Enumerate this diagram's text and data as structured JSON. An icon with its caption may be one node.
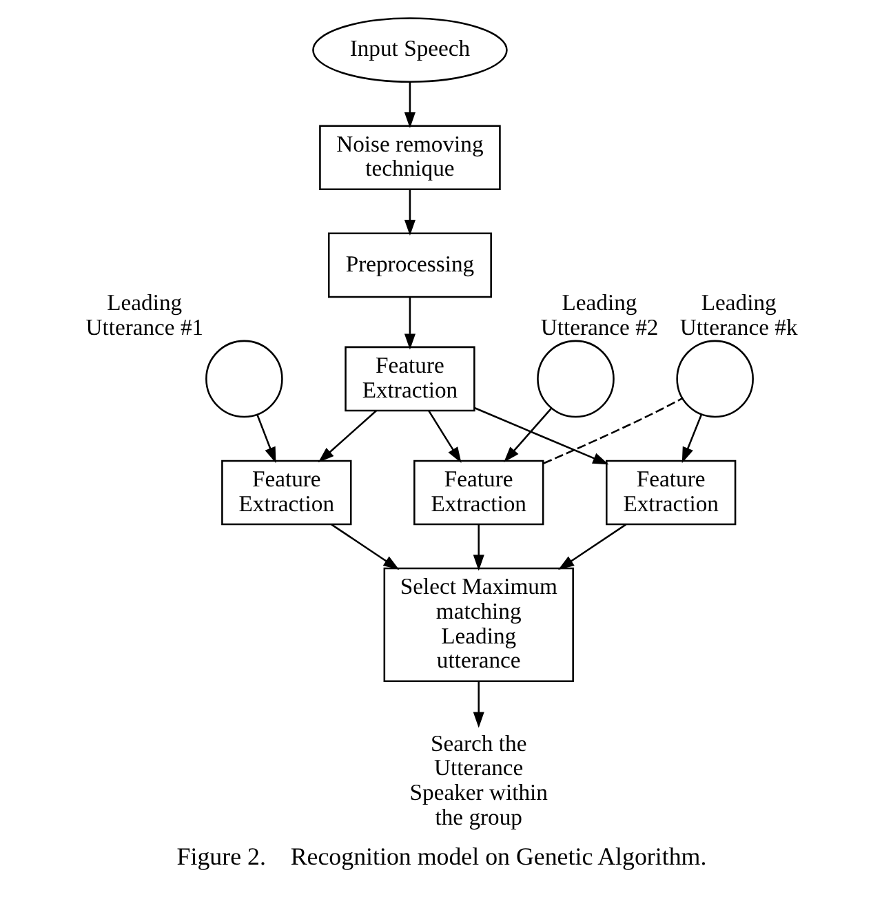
{
  "diagram": {
    "caption": "Figure 2.    Recognition model on Genetic Algorithm.",
    "nodes": [
      {
        "text": [
          "Input Speech"
        ]
      },
      {
        "text": [
          "Noise removing technique"
        ]
      },
      {
        "text": [
          "Preprocessing"
        ]
      },
      {
        "text": [
          "Feature Extraction"
        ]
      },
      {
        "text": [],
        "shape": "circle",
        "beside": [
          "Leading Utterance #1"
        ]
      },
      {
        "text": [
          "Feature Extraction"
        ]
      },
      {
        "text": [],
        "shape": "circle",
        "beside": [
          "Leading Utterance #2"
        ]
      },
      {
        "text": [
          "Feature Extraction"
        ]
      },
      {
        "text": [],
        "shape": "circle",
        "beside": [
          "Leading Utterance #k"
        ]
      },
      {
        "text": [
          "Feature Extraction"
        ]
      },
      {
        "text": [
          "Select Maximum matching Leading utterance"
        ]
      },
      {
        "text": [
          "Search the Utterance Speaker within the group"
        ]
      }
    ],
    "edges": [
      {
        "from": 0,
        "to": 1,
        "arrow": "to"
      },
      {
        "from": 1,
        "to": 2,
        "arrow": "to"
      },
      {
        "from": 2,
        "to": 3,
        "arrow": "to"
      },
      {
        "from": 3,
        "to": 5,
        "arrow": "to"
      },
      {
        "from": 3,
        "to": 7,
        "arrow": "to"
      },
      {
        "from": 3,
        "to": 9,
        "arrow": "to"
      },
      {
        "from": 4,
        "to": 5,
        "arrow": "to"
      },
      {
        "from": 6,
        "to": 7,
        "arrow": "to"
      },
      {
        "from": 7,
        "to": 8,
        "arrow": "none",
        "style": "dashed"
      },
      {
        "from": 8,
        "to": 9,
        "arrow": "to"
      },
      {
        "from": 5,
        "to": 10,
        "arrow": "to"
      },
      {
        "from": 7,
        "to": 10,
        "arrow": "to"
      },
      {
        "from": 9,
        "to": 10,
        "arrow": "to"
      },
      {
        "from": 10,
        "to": 11,
        "arrow": "to"
      }
    ]
  }
}
